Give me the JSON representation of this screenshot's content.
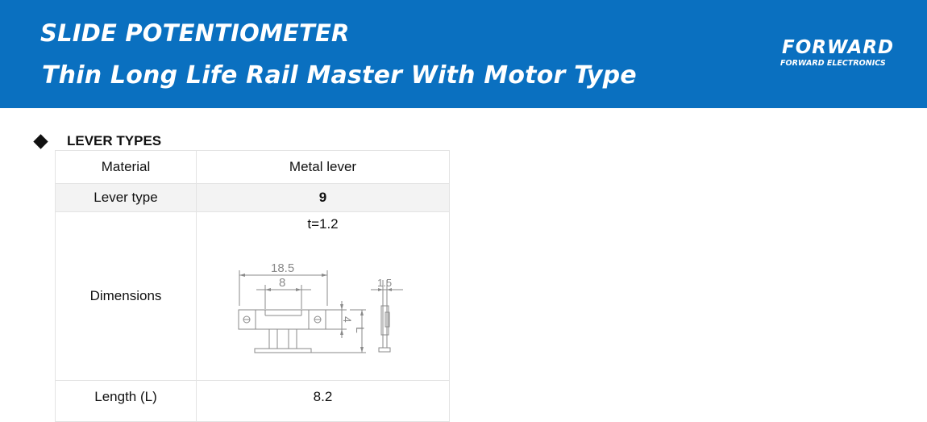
{
  "header": {
    "title_line1": "SLIDE POTENTIOMETER",
    "title_line2": "Thin Long Life Rail Master With Motor Type",
    "logo_brand": "FORWARD",
    "logo_sub": "FORWARD ELECTRONICS",
    "background_color": "#0a70c0"
  },
  "section": {
    "title": "LEVER TYPES"
  },
  "table": {
    "rows": [
      {
        "label": "Material",
        "value": "Metal lever"
      },
      {
        "label": "Lever type",
        "value": "9"
      },
      {
        "label": "Dimensions",
        "thickness": "t=1.2",
        "drawing": {
          "width_label": "18.5",
          "slot_label": "8",
          "height_label": "4",
          "length_label": "L",
          "side_label": "1.5"
        }
      },
      {
        "label": "Length (L)",
        "value": "8.2"
      }
    ]
  }
}
